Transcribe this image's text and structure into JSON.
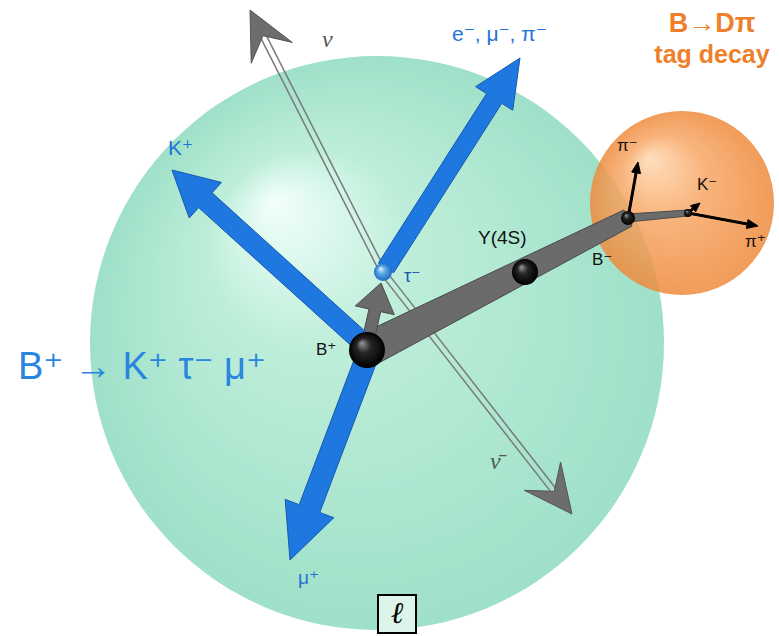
{
  "diagram": {
    "nodes": [
      {
        "text": [
          "B⁺ → K⁺ τ⁻ μ⁺"
        ]
      },
      {
        "text": [
          "B→Dπ",
          "tag decay"
        ]
      },
      {
        "text": [
          "ℓ"
        ]
      }
    ],
    "labels": [
      "K⁺",
      "e⁻, μ⁻, π⁻",
      "ν",
      "τ⁻",
      "Υ(4S)",
      "B⁺",
      "B⁻",
      "ν̄",
      "μ⁺",
      "π⁻",
      "K⁻",
      "π⁺"
    ]
  }
}
